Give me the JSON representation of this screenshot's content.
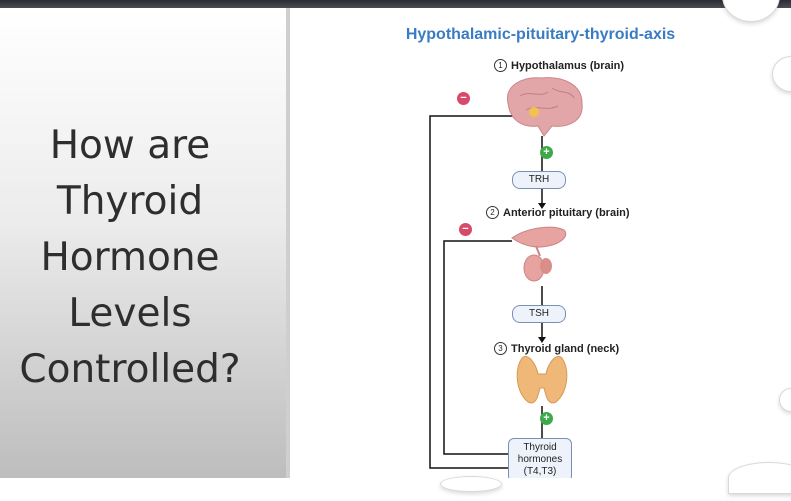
{
  "slide": {
    "title_lines": [
      "How are",
      "Thyroid",
      "Hormone",
      "Levels",
      "Controlled?"
    ]
  },
  "diagram": {
    "title": "Hypothalamic-pituitary-thyroid-axis",
    "steps": [
      {
        "number": "1",
        "label": "Hypothalamus (brain)"
      },
      {
        "number": "2",
        "label": "Anterior pituitary (brain)"
      },
      {
        "number": "3",
        "label": "Thyroid gland (neck)"
      }
    ],
    "hormones": {
      "trh": "TRH",
      "tsh": "TSH",
      "thyroid_line1": "Thyroid",
      "thyroid_line2": "hormones",
      "thyroid_line3": "(T4,T3)"
    },
    "signs": {
      "negative": "−",
      "positive": "+"
    },
    "colors": {
      "title": "#3a7cc4",
      "negative": "#d64b6a",
      "positive": "#3daa4a",
      "brain": "#e3a6a8",
      "pituitary": "#e6a3a0",
      "thyroid": "#f0b878"
    }
  }
}
